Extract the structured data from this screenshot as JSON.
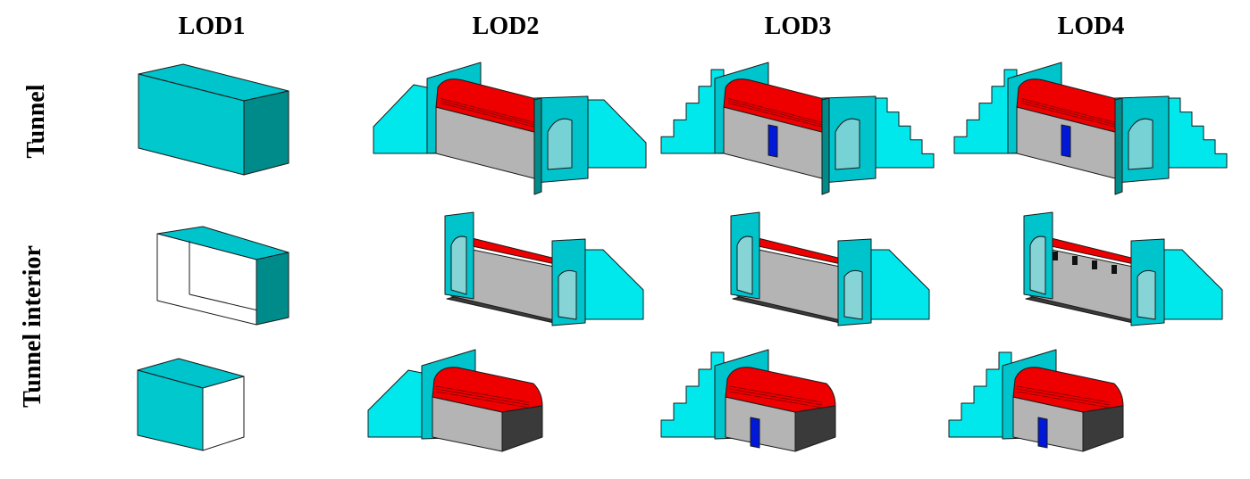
{
  "columns": [
    "LOD1",
    "LOD2",
    "LOD3",
    "LOD4"
  ],
  "rows": [
    "Tunnel",
    "Tunnel interior",
    ""
  ],
  "colors": {
    "cyan_light": "#00e8ec",
    "cyan_mid": "#00c4cc",
    "teal_dark": "#008b8b",
    "roof_red": "#ee0000",
    "wall_grey": "#b4b4b4",
    "floor_dark": "#3a3a3a",
    "door_blue": "#0018d8",
    "glass": "#a8d8d8",
    "outline": "#1a1a1a"
  },
  "icons": [
    "lamp-icon"
  ]
}
